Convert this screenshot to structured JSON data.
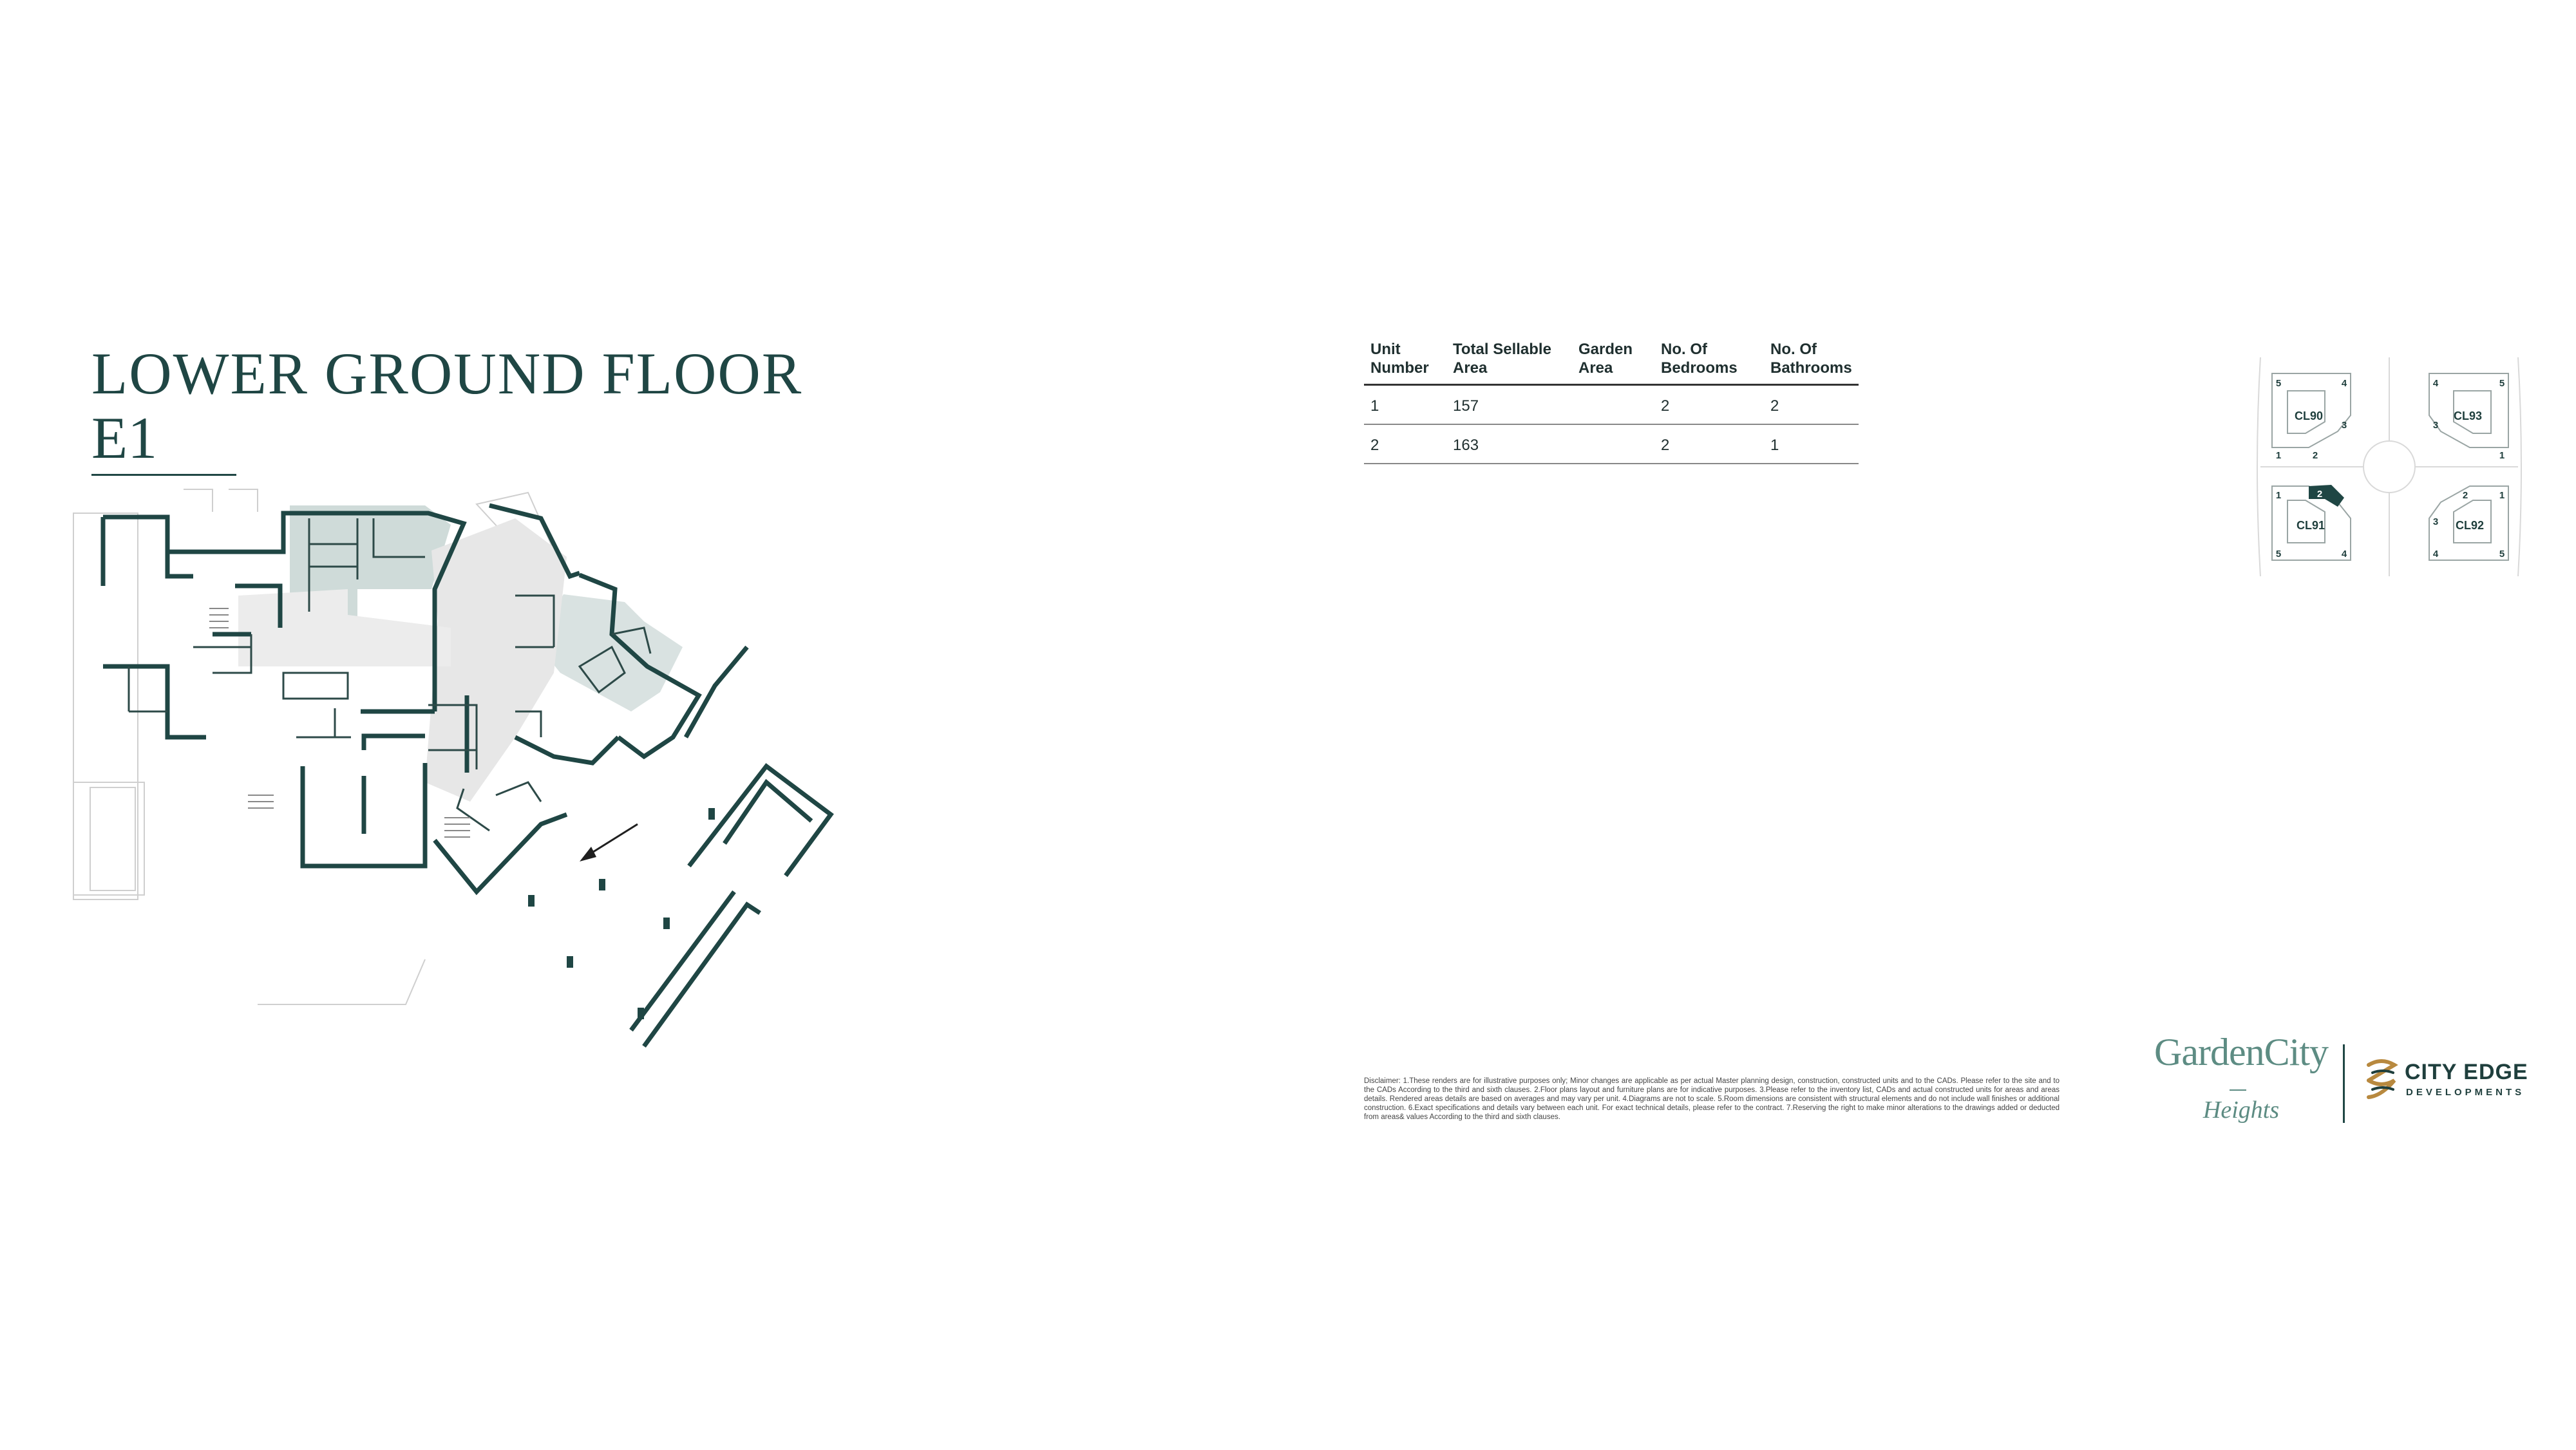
{
  "heading": {
    "title": "LOWER GROUND FLOOR",
    "block": "E1"
  },
  "table": {
    "headers": [
      [
        "Unit",
        "Number"
      ],
      [
        "Total Sellable",
        "Area"
      ],
      [
        "Garden",
        "Area"
      ],
      [
        "No. Of",
        "Bedrooms"
      ],
      [
        "No. Of",
        "Bathrooms"
      ]
    ],
    "rows": [
      {
        "unit": "1",
        "total_area": "157",
        "garden_area": "",
        "bedrooms": "2",
        "bathrooms": "2"
      },
      {
        "unit": "2",
        "total_area": "163",
        "garden_area": "",
        "bedrooms": "2",
        "bathrooms": "1"
      }
    ]
  },
  "keyplan": {
    "blocks": [
      {
        "name": "CL90",
        "numbers": [
          "5",
          "4",
          "3",
          "1",
          "2"
        ]
      },
      {
        "name": "CL93",
        "numbers": [
          "4",
          "5",
          "3",
          "1"
        ]
      },
      {
        "name": "CL91",
        "numbers": [
          "1",
          "2",
          "5",
          "4"
        ]
      },
      {
        "name": "CL92",
        "numbers": [
          "2",
          "1",
          "3",
          "4",
          "5"
        ]
      }
    ],
    "highlighted": "2"
  },
  "disclaimer": "Disclaimer: 1.These renders are for illustrative purposes only; Minor changes are applicable as per actual Master planning design, construction, constructed units and to the CADs. Please refer to the site and to the CADs According to the third and sixth clauses. 2.Floor plans layout and furniture plans are for indicative purposes. 3.Please refer to the inventory list, CADs and actual constructed units for areas and areas details. Rendered areas details are based on averages and may vary per unit. 4.Diagrams are not to scale. 5.Room dimensions are consistent with structural elements and do not include wall finishes or additional construction. 6.Exact specifications and details vary between each unit. For exact technical details, please refer to the contract. 7.Reserving the right to make minor alterations to the drawings added or deducted from areas& values According to the third and sixth clauses.",
  "logos": {
    "garden_city": "GardenCity",
    "garden_city_sub": "Heights",
    "city_edge": "CITY EDGE",
    "city_edge_sub": "DEVELOPMENTS"
  },
  "colors": {
    "accent": "#1f4644",
    "highlight_units": "#cfdbd9",
    "brand_green": "#5d8c83"
  }
}
